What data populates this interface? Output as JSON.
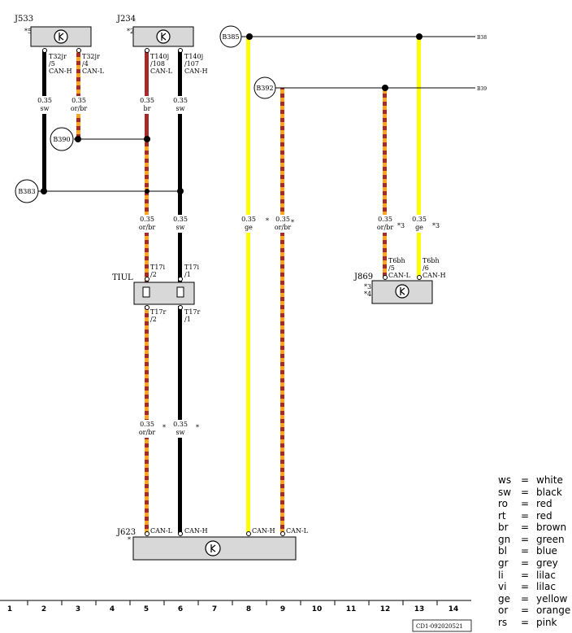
{
  "components": {
    "j533": {
      "label": "J533",
      "note": "*5"
    },
    "j234": {
      "label": "J234",
      "note": "*2"
    },
    "j623": {
      "label": "J623",
      "note": "*"
    },
    "j869": {
      "label": "J869",
      "note3": "*3",
      "note4": "*4"
    },
    "tiul": {
      "label": "TIUL"
    }
  },
  "nodes": {
    "b385": "B385",
    "b392": "B392",
    "b390": "B390",
    "b383": "B383"
  },
  "offpage": {
    "b385": "B38",
    "b392": "B39"
  },
  "connectors": {
    "c1": [
      "T32jr",
      "/5",
      "CAN-H"
    ],
    "c2": [
      "T32jr",
      "/4",
      "CAN-L"
    ],
    "c3": [
      "T140j",
      "/108",
      "CAN-L"
    ],
    "c4": [
      "T140j",
      "/107",
      "CAN-H"
    ],
    "t17i_l": [
      "T17i",
      "/2"
    ],
    "t17i_r": [
      "T17i",
      "/1"
    ],
    "t17r_l": [
      "T17r",
      "/2"
    ],
    "t17r_r": [
      "T17r",
      "/1"
    ],
    "t6bh_l": [
      "T6bh",
      "/5",
      "CAN-L"
    ],
    "t6bh_r": [
      "T6bh",
      "/6",
      "CAN-H"
    ]
  },
  "wires": {
    "w1": [
      "0.35",
      "sw"
    ],
    "w2": [
      "0.35",
      "or/br"
    ],
    "w3": [
      "0.35",
      "br"
    ],
    "w4": [
      "0.35",
      "sw"
    ],
    "w5": [
      "0.35",
      "or/br"
    ],
    "w6": [
      "0.35",
      "sw"
    ],
    "w7": [
      "0.35",
      "or/br"
    ],
    "w8": [
      "0.35",
      "sw"
    ],
    "w9": [
      "0.35",
      "ge"
    ],
    "w10": [
      "0.35",
      "or/br"
    ],
    "w11": [
      "0.35",
      "or/br"
    ],
    "w12": [
      "0.35",
      "ge"
    ]
  },
  "marks": {
    "star": "*",
    "star3": "*3"
  },
  "j623_pins": {
    "p5": "CAN-L",
    "p6": "CAN-H",
    "p8": "CAN-H",
    "p9": "CAN-L"
  },
  "legend": [
    {
      "code": "ws",
      "eq": "=",
      "name": "white"
    },
    {
      "code": "sw",
      "eq": "=",
      "name": "black"
    },
    {
      "code": "ro",
      "eq": "=",
      "name": "red"
    },
    {
      "code": "rt",
      "eq": "=",
      "name": "red"
    },
    {
      "code": "br",
      "eq": "=",
      "name": "brown"
    },
    {
      "code": "gn",
      "eq": "=",
      "name": "green"
    },
    {
      "code": "bl",
      "eq": "=",
      "name": "blue"
    },
    {
      "code": "gr",
      "eq": "=",
      "name": "grey"
    },
    {
      "code": "li",
      "eq": "=",
      "name": "lilac"
    },
    {
      "code": "vi",
      "eq": "=",
      "name": "lilac"
    },
    {
      "code": "ge",
      "eq": "=",
      "name": "yellow"
    },
    {
      "code": "or",
      "eq": "=",
      "name": "orange"
    },
    {
      "code": "rs",
      "eq": "=",
      "name": "pink"
    }
  ],
  "grid_numbers": [
    "1",
    "2",
    "3",
    "4",
    "5",
    "6",
    "7",
    "8",
    "9",
    "10",
    "11",
    "12",
    "13",
    "14"
  ],
  "doc_code": "CD1-092020521",
  "colors": {
    "black": "#000000",
    "yellow": "#ffff00",
    "orange": "#f5a623",
    "brown": "#a52a2a",
    "box_fill": "#d8d8d8"
  }
}
